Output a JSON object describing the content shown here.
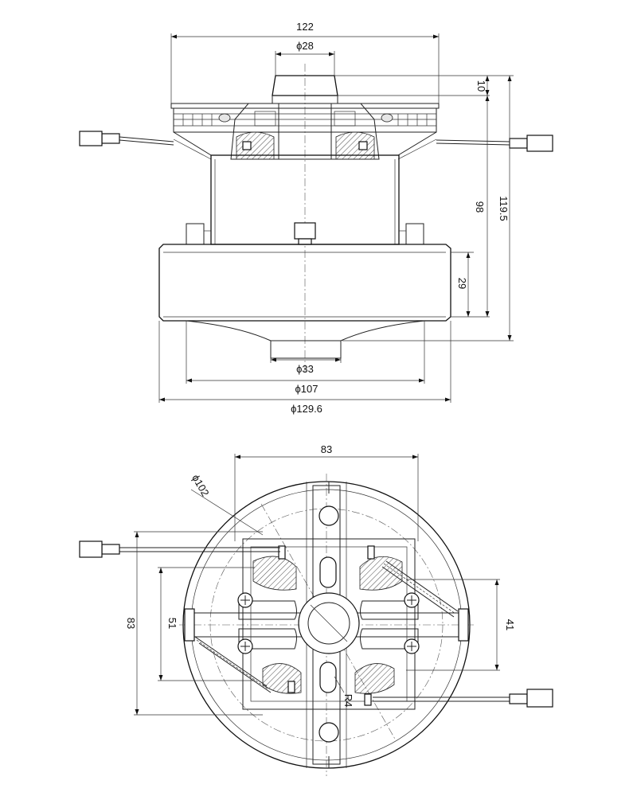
{
  "front_view": {
    "dims": {
      "overall_width": "122",
      "top_diameter": "ϕ28",
      "top_step": "10",
      "body_height": "98",
      "total_height": "119.5",
      "base_height": "29",
      "outlet_diameter": "ϕ33",
      "fan_diameter": "ϕ107",
      "base_diameter": "ϕ129.6"
    }
  },
  "top_view": {
    "dims": {
      "span_width": "83",
      "circle_diameter": "ϕ102",
      "span_height": "83",
      "inner_height": "51",
      "right_height": "41",
      "slot_radius": "R4"
    }
  }
}
